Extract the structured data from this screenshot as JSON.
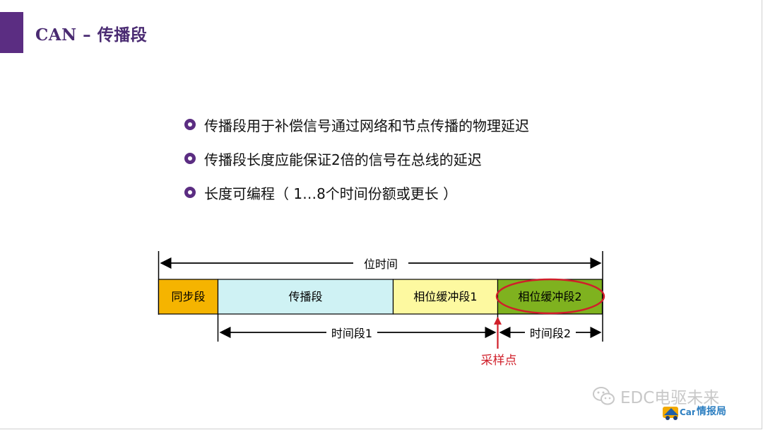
{
  "slide": {
    "title": "CAN – 传播段",
    "bullets": [
      "传播段用于补偿信号通过网络和节点传播的物理延迟",
      "传播段长度应能保证2倍的信号在总线的延迟",
      "长度可编程（ 1…8个时间份额或更长 ）"
    ]
  },
  "diagram": {
    "bit_time_label": "位时间",
    "segments": [
      {
        "label": "同步段",
        "color": "#f5b400"
      },
      {
        "label": "传播段",
        "color": "#cff2f4"
      },
      {
        "label": "相位缓冲段1",
        "color": "#fdf9a0"
      },
      {
        "label": "相位缓冲段2",
        "color": "#7fb21f"
      }
    ],
    "time_segment_1_label": "时间段1",
    "time_segment_2_label": "时间段2",
    "sample_point_label": "采样点",
    "highlight_color": "#d01f2a",
    "sample_point_color": "#d01f2a"
  },
  "watermark": {
    "text": "EDC电驱未来",
    "brand_text": "情报局",
    "brand_prefix": "Car"
  }
}
